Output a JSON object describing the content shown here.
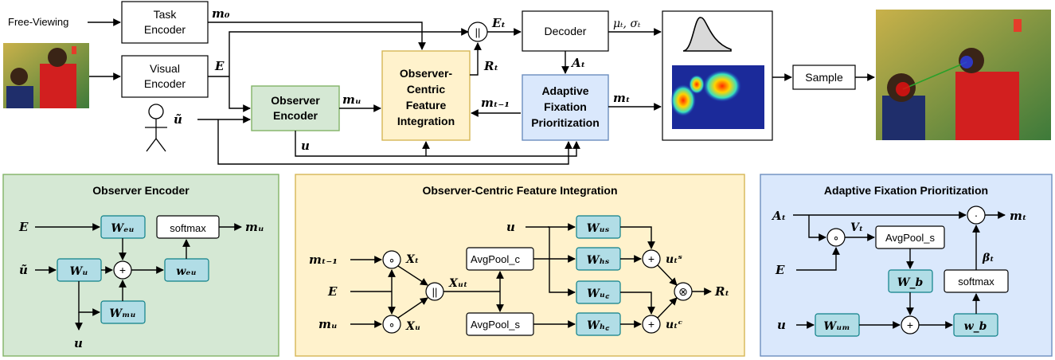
{
  "main": {
    "input_label": "Free-Viewing",
    "task_encoder": [
      "Task",
      "Encoder"
    ],
    "visual_encoder": [
      "Visual",
      "Encoder"
    ],
    "observer_encoder": [
      "Observer",
      "Encoder"
    ],
    "feature_integration": [
      "Observer-",
      "Centric",
      "Feature",
      "Integration"
    ],
    "fixation_prioritization": [
      "Adaptive",
      "Fixation",
      "Prioritization"
    ],
    "decoder": "Decoder",
    "sample": "Sample",
    "labels": {
      "m0": "m₀",
      "E": "E",
      "Et": "Eₜ",
      "Rt": "Rₜ",
      "At": "Aₜ",
      "mu_sigma": "μₜ, σₜ",
      "mu": "mᵤ",
      "mt1": "mₜ₋₁",
      "mt": "mₜ",
      "utilde": "ũ",
      "u": "u",
      "concat": "||"
    }
  },
  "panels": {
    "observer_encoder": {
      "title": "Observer Encoder",
      "nodes": {
        "Weu": "Wₑᵤ",
        "Wu": "Wᵤ",
        "Wmu": "Wₘᵤ",
        "weu": "wₑᵤ",
        "softmax": "softmax",
        "plus": "+"
      },
      "labels": {
        "E": "E",
        "utilde": "ũ",
        "mu": "mᵤ",
        "u": "u"
      }
    },
    "feature_integration": {
      "title": "Observer-Centric Feature Integration",
      "nodes": {
        "avgpool_c": "AvgPool_c",
        "avgpool_s": "AvgPool_s",
        "Wus": "Wᵤₛ",
        "Whs": "Wₕₛ",
        "Wuc": "Wᵤ꜀",
        "Whc": "Wₕ꜀",
        "concat": "||",
        "otimes": "⊗",
        "plus": "+",
        "circ": "∘"
      },
      "labels": {
        "mt1": "mₜ₋₁",
        "E": "E",
        "mu": "mᵤ",
        "u": "u",
        "Xt": "Xₜ",
        "Xu": "Xᵤ",
        "Xut": "Xᵤₜ",
        "uts": "uₜˢ",
        "utc": "uₜᶜ",
        "Rt": "Rₜ"
      }
    },
    "fixation_prioritization": {
      "title": "Adaptive Fixation Prioritization",
      "nodes": {
        "avgpool_s": "AvgPool_s",
        "Wb": "W_b",
        "softmax": "softmax",
        "Wum": "Wᵤₘ",
        "wb": "w_b",
        "plus": "+",
        "circ": "∘",
        "dot": "·"
      },
      "labels": {
        "At": "Aₜ",
        "E": "E",
        "Vt": "Vₜ",
        "beta": "βₜ",
        "u": "u",
        "mt": "mₜ"
      }
    }
  },
  "colors": {
    "green_panel": "#d5e8d4",
    "green_border": "#82b366",
    "yellow_panel": "#fff2cc",
    "yellow_border": "#d6b656",
    "blue_panel": "#dae8fc",
    "blue_border": "#6c8ebf",
    "teal_node": "#b1dde6",
    "teal_border": "#0e8088"
  }
}
